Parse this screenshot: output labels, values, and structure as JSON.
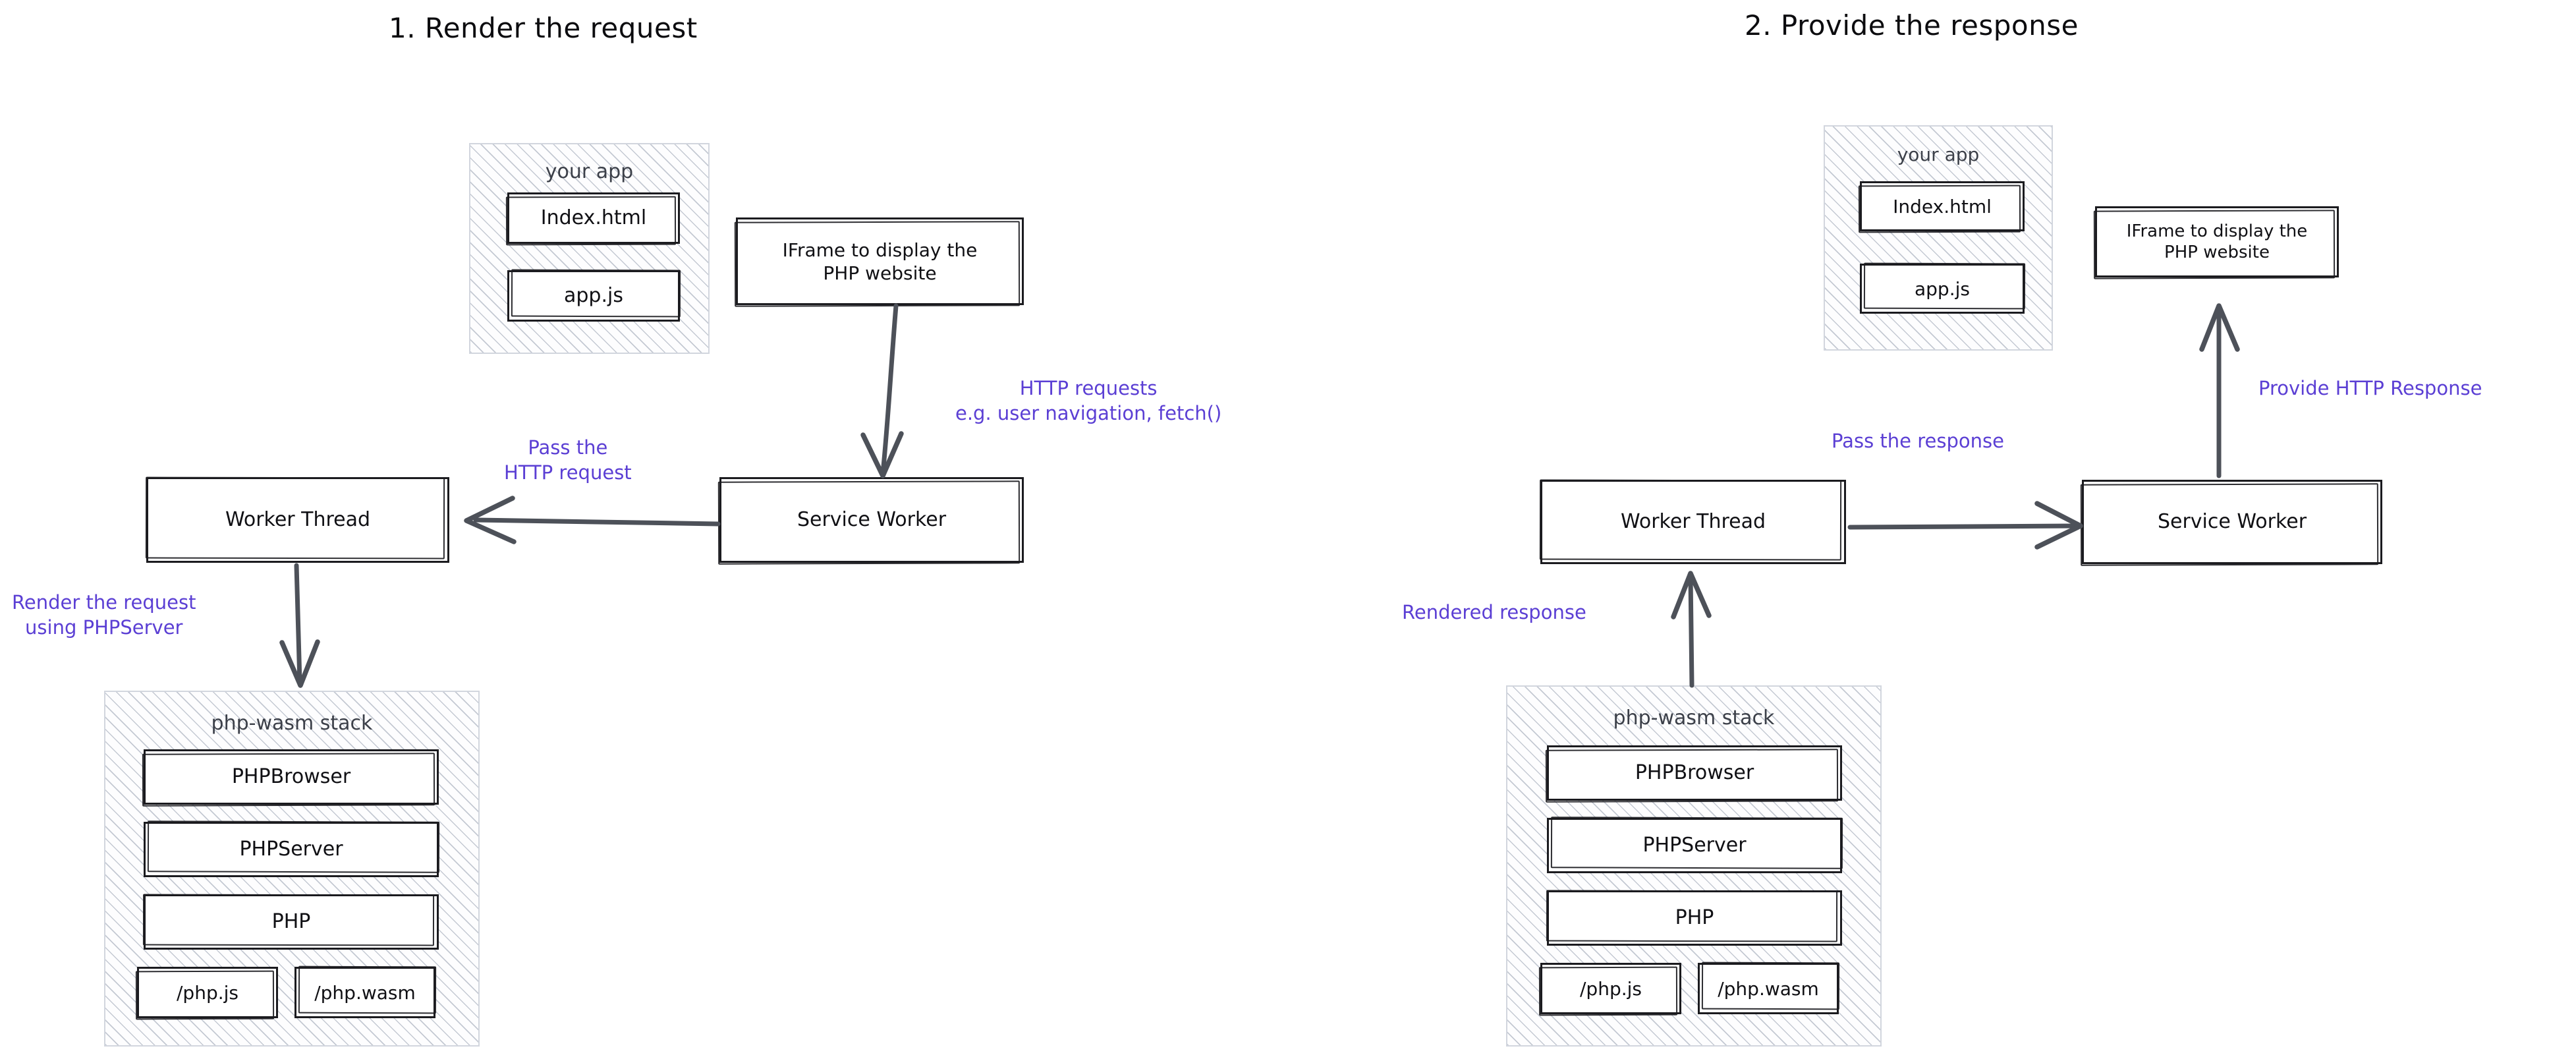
{
  "panels": [
    {
      "title": "1. Render the request",
      "app_group": {
        "title": "your app",
        "items": [
          "Index.html",
          "app.js"
        ]
      },
      "iframe_box": "IFrame to display the\nPHP website",
      "worker_thread": "Worker Thread",
      "service_worker": "Service Worker",
      "stack": {
        "title": "php-wasm stack",
        "layers": [
          "PHPBrowser",
          "PHPServer",
          "PHP"
        ],
        "files": [
          "/php.js",
          "/php.wasm"
        ]
      },
      "notes": [
        "HTTP requests\ne.g. user navigation, fetch()",
        "Pass the\nHTTP request",
        "Render the request\nusing PHPServer"
      ]
    },
    {
      "title": "2. Provide the response",
      "app_group": {
        "title": "your app",
        "items": [
          "Index.html",
          "app.js"
        ]
      },
      "iframe_box": "IFrame to display the\nPHP website",
      "worker_thread": "Worker Thread",
      "service_worker": "Service Worker",
      "stack": {
        "title": "php-wasm stack",
        "layers": [
          "PHPBrowser",
          "PHPServer",
          "PHP"
        ],
        "files": [
          "/php.js",
          "/php.wasm"
        ]
      },
      "notes": [
        "Provide HTTP Response",
        "Pass the response",
        "Rendered response"
      ]
    }
  ],
  "colors": {
    "note_purple": "#5b3fd4",
    "ink": "#101014",
    "arrow": "#4d5159",
    "hatch_border": "#d2d6de"
  }
}
